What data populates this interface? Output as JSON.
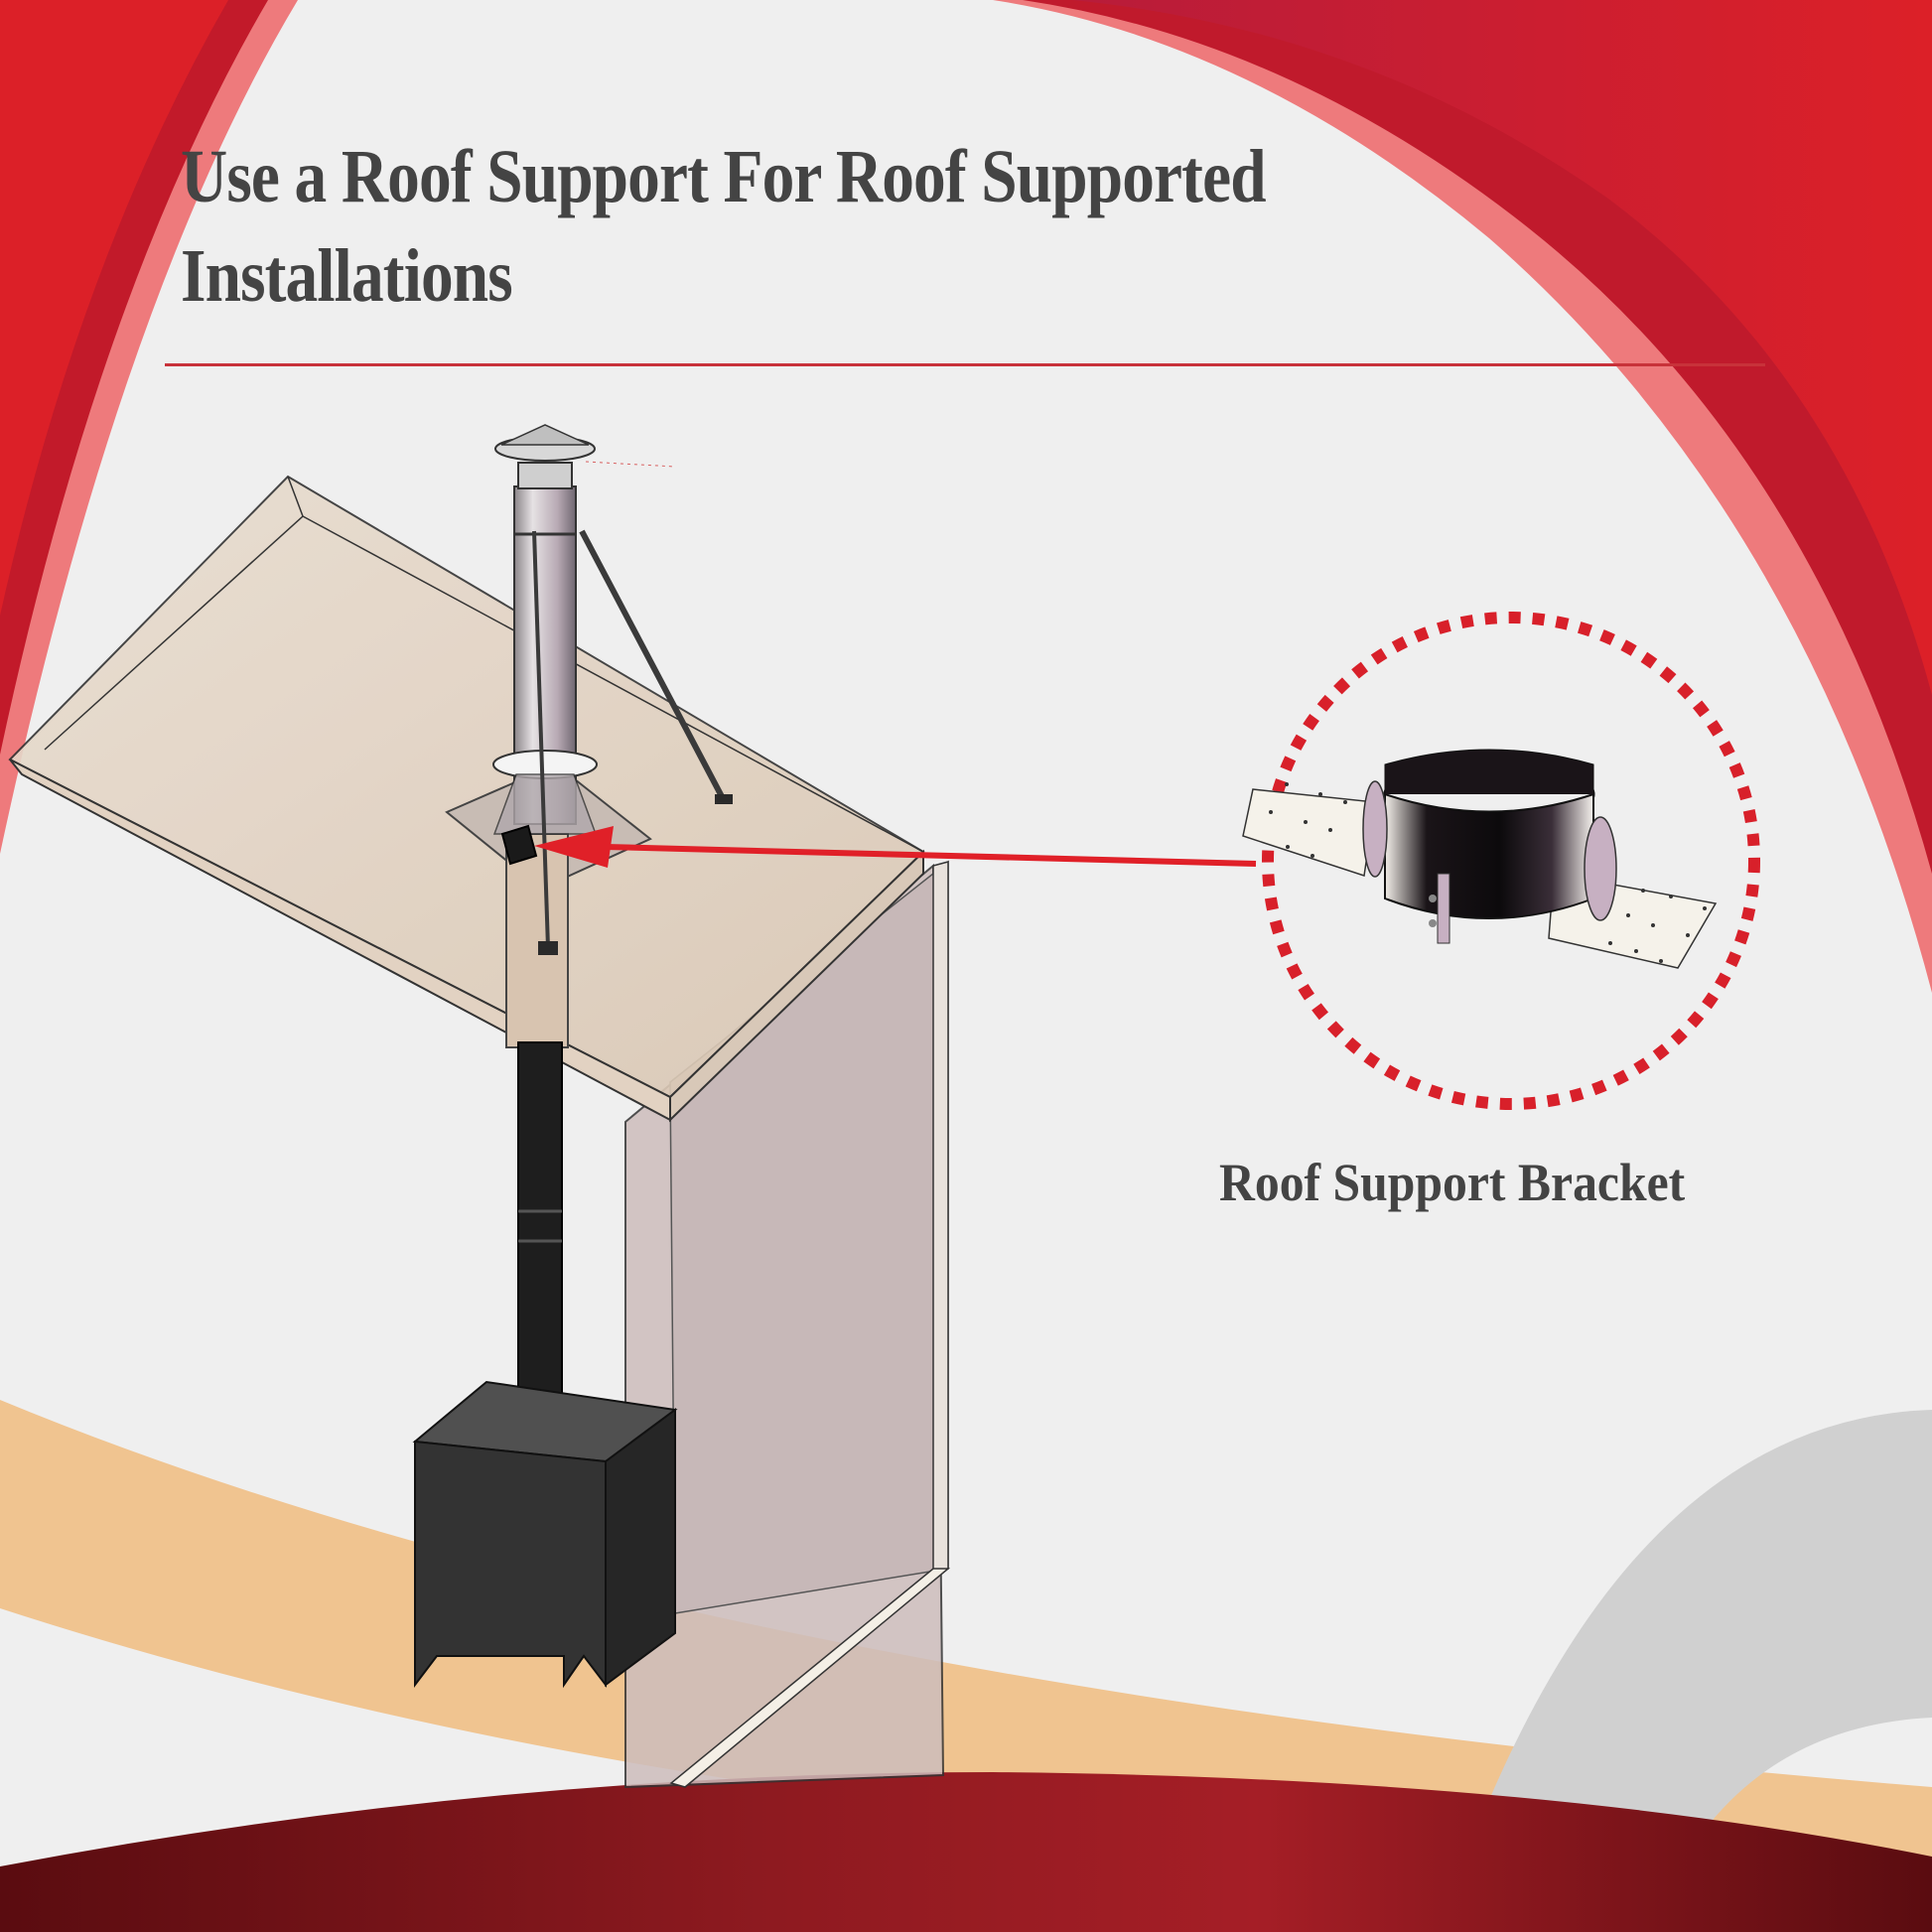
{
  "heading": {
    "line1": "Use a Roof Support For Roof Supported",
    "line2": "Installations"
  },
  "callout": {
    "caption": "Roof Support Bracket",
    "icon": "roof-support-bracket-icon"
  },
  "illustration": {
    "subject": "chimney-pipe-roof-installation",
    "components": [
      "chimney-cap",
      "chimney-pipe",
      "roof-brace",
      "storm-collar",
      "roof-flashing",
      "roof-support-bracket",
      "stovepipe",
      "wood-stove",
      "roof",
      "wall"
    ]
  },
  "colors": {
    "accent_red": "#d8202a",
    "dark_red": "#9a1a22",
    "pink": "#ee7a7c",
    "peach": "#f0c490",
    "gray_arc": "#d0d0d0",
    "text": "#444444",
    "background": "#efefef"
  }
}
